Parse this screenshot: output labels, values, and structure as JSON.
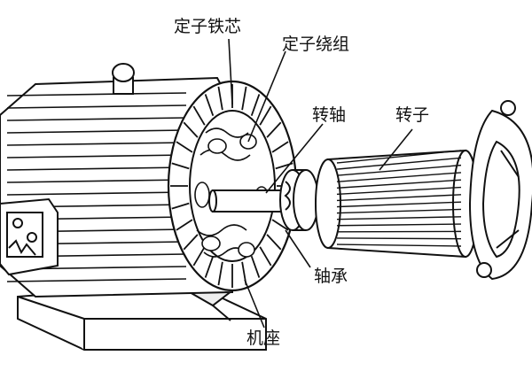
{
  "labels": {
    "stator_core": "定子铁芯",
    "stator_winding": "定子绕组",
    "shaft": "转轴",
    "rotor": "转子",
    "bearing": "轴承",
    "frame": "机座"
  }
}
